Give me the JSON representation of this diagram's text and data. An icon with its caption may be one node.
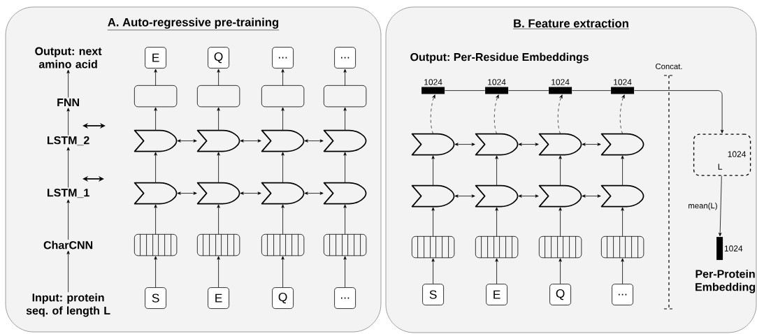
{
  "diagram": {
    "nodes": [
      {
        "text": [
          "A. Auto-regressive pre-training"
        ]
      },
      {
        "text": [
          "B. Feature extraction"
        ]
      },
      {
        "text": [
          "Output: next amino acid"
        ],
        "in": 0
      },
      {
        "text": [
          "FNN"
        ],
        "in": 0
      },
      {
        "text": [
          "LSTM_2"
        ],
        "in": 0
      },
      {
        "text": [
          "LSTM_1"
        ],
        "in": 0
      },
      {
        "text": [
          "CharCNN"
        ],
        "in": 0
      },
      {
        "text": [
          "Input: protein seq. of length L"
        ],
        "in": 0
      },
      {
        "text": [
          "E"
        ],
        "in": 0
      },
      {
        "text": [
          "Q"
        ],
        "in": 0
      },
      {
        "text": [
          "..."
        ],
        "in": 0
      },
      {
        "text": [
          "..."
        ],
        "in": 0
      },
      {
        "text": [],
        "shape": "box",
        "in": 0
      },
      {
        "text": [],
        "shape": "box",
        "in": 0
      },
      {
        "text": [],
        "shape": "box",
        "in": 0
      },
      {
        "text": [],
        "shape": "box",
        "in": 0
      },
      {
        "text": [],
        "shape": "chevron",
        "in": 0
      },
      {
        "text": [],
        "shape": "chevron",
        "in": 0
      },
      {
        "text": [],
        "shape": "chevron",
        "in": 0
      },
      {
        "text": [],
        "shape": "chevron",
        "in": 0
      },
      {
        "text": [],
        "shape": "chevron",
        "in": 0
      },
      {
        "text": [],
        "shape": "chevron",
        "in": 0
      },
      {
        "text": [],
        "shape": "chevron",
        "in": 0
      },
      {
        "text": [],
        "shape": "chevron",
        "in": 0
      },
      {
        "text": [],
        "shape": "box",
        "in": 0
      },
      {
        "text": [],
        "shape": "box",
        "in": 0
      },
      {
        "text": [],
        "shape": "box",
        "in": 0
      },
      {
        "text": [],
        "shape": "box",
        "in": 0
      },
      {
        "text": [
          "S"
        ],
        "in": 0
      },
      {
        "text": [
          "E"
        ],
        "in": 0
      },
      {
        "text": [
          "Q"
        ],
        "in": 0
      },
      {
        "text": [
          "..."
        ],
        "in": 0
      },
      {
        "text": [],
        "shape": "bar",
        "beside": [
          "1024"
        ],
        "in": 1
      },
      {
        "text": [],
        "shape": "bar",
        "beside": [
          "1024"
        ],
        "in": 1
      },
      {
        "text": [],
        "shape": "bar",
        "beside": [
          "1024"
        ],
        "in": 1
      },
      {
        "text": [],
        "shape": "bar",
        "beside": [
          "1024"
        ],
        "in": 1
      },
      {
        "text": [],
        "shape": "chevron",
        "in": 1
      },
      {
        "text": [],
        "shape": "chevron",
        "in": 1
      },
      {
        "text": [],
        "shape": "chevron",
        "in": 1
      },
      {
        "text": [],
        "shape": "chevron",
        "in": 1
      },
      {
        "text": [],
        "shape": "chevron",
        "in": 1
      },
      {
        "text": [],
        "shape": "chevron",
        "in": 1
      },
      {
        "text": [],
        "shape": "chevron",
        "in": 1
      },
      {
        "text": [],
        "shape": "chevron",
        "in": 1
      },
      {
        "text": [],
        "shape": "box",
        "in": 1
      },
      {
        "text": [],
        "shape": "box",
        "in": 1
      },
      {
        "text": [],
        "shape": "box",
        "in": 1
      },
      {
        "text": [],
        "shape": "box",
        "in": 1
      },
      {
        "text": [
          "S"
        ],
        "in": 1
      },
      {
        "text": [
          "E"
        ],
        "in": 1
      },
      {
        "text": [
          "Q"
        ],
        "in": 1
      },
      {
        "text": [
          "..."
        ],
        "in": 1
      },
      {
        "text": [
          "1024",
          "L"
        ],
        "in": 1
      },
      {
        "text": [],
        "shape": "bar",
        "beside": [
          "1024",
          "Per-Protein Embedding"
        ],
        "in": 1
      }
    ],
    "edges": [
      {
        "from": 7,
        "to": 6,
        "arrow": "to"
      },
      {
        "from": 6,
        "to": 5,
        "arrow": "to"
      },
      {
        "from": 5,
        "to": 4,
        "arrow": "to"
      },
      {
        "from": 4,
        "to": 3,
        "arrow": "to"
      },
      {
        "from": 3,
        "to": 2,
        "arrow": "to"
      },
      {
        "from": 28,
        "to": 24,
        "arrow": "to"
      },
      {
        "from": 24,
        "to": 20,
        "arrow": "to"
      },
      {
        "from": 20,
        "to": 16,
        "arrow": "to"
      },
      {
        "from": 16,
        "to": 12,
        "arrow": "to"
      },
      {
        "from": 12,
        "to": 8,
        "arrow": "to"
      },
      {
        "from": 29,
        "to": 25,
        "arrow": "to"
      },
      {
        "from": 25,
        "to": 21,
        "arrow": "to"
      },
      {
        "from": 21,
        "to": 17,
        "arrow": "to"
      },
      {
        "from": 17,
        "to": 13,
        "arrow": "to"
      },
      {
        "from": 13,
        "to": 9,
        "arrow": "to"
      },
      {
        "from": 30,
        "to": 26,
        "arrow": "to"
      },
      {
        "from": 26,
        "to": 22,
        "arrow": "to"
      },
      {
        "from": 22,
        "to": 18,
        "arrow": "to"
      },
      {
        "from": 18,
        "to": 14,
        "arrow": "to"
      },
      {
        "from": 14,
        "to": 10,
        "arrow": "to"
      },
      {
        "from": 31,
        "to": 27,
        "arrow": "to"
      },
      {
        "from": 27,
        "to": 23,
        "arrow": "to"
      },
      {
        "from": 23,
        "to": 19,
        "arrow": "to"
      },
      {
        "from": 19,
        "to": 15,
        "arrow": "to"
      },
      {
        "from": 15,
        "to": 11,
        "arrow": "to"
      },
      {
        "from": 16,
        "to": 17,
        "arrow": "both"
      },
      {
        "from": 17,
        "to": 18,
        "arrow": "both"
      },
      {
        "from": 18,
        "to": 19,
        "arrow": "both"
      },
      {
        "from": 20,
        "to": 21,
        "arrow": "both"
      },
      {
        "from": 21,
        "to": 22,
        "arrow": "both"
      },
      {
        "from": 22,
        "to": 23,
        "arrow": "both"
      },
      {
        "from": 48,
        "to": 44,
        "arrow": "to"
      },
      {
        "from": 44,
        "to": 40,
        "arrow": "to"
      },
      {
        "from": 40,
        "to": 36,
        "arrow": "to"
      },
      {
        "from": 36,
        "to": 32,
        "arrow": "to",
        "style": "dashed"
      },
      {
        "from": 49,
        "to": 45,
        "arrow": "to"
      },
      {
        "from": 45,
        "to": 41,
        "arrow": "to"
      },
      {
        "from": 41,
        "to": 37,
        "arrow": "to"
      },
      {
        "from": 37,
        "to": 33,
        "arrow": "to",
        "style": "dashed"
      },
      {
        "from": 50,
        "to": 46,
        "arrow": "to"
      },
      {
        "from": 46,
        "to": 42,
        "arrow": "to"
      },
      {
        "from": 42,
        "to": 38,
        "arrow": "to"
      },
      {
        "from": 38,
        "to": 34,
        "arrow": "to",
        "style": "dashed"
      },
      {
        "from": 51,
        "to": 47,
        "arrow": "to"
      },
      {
        "from": 47,
        "to": 43,
        "arrow": "to"
      },
      {
        "from": 43,
        "to": 39,
        "arrow": "to"
      },
      {
        "from": 39,
        "to": 35,
        "arrow": "to",
        "style": "dashed"
      },
      {
        "from": 36,
        "to": 37,
        "arrow": "both"
      },
      {
        "from": 37,
        "to": 38,
        "arrow": "both"
      },
      {
        "from": 38,
        "to": 39,
        "arrow": "both"
      },
      {
        "from": 40,
        "to": 41,
        "arrow": "both"
      },
      {
        "from": 41,
        "to": 42,
        "arrow": "both"
      },
      {
        "from": 42,
        "to": 43,
        "arrow": "both"
      },
      {
        "from": 32,
        "to": 33,
        "arrow": "none"
      },
      {
        "from": 33,
        "to": 34,
        "arrow": "none"
      },
      {
        "from": 34,
        "to": 35,
        "arrow": "none"
      },
      {
        "from": 35,
        "to": 52,
        "arrow": "to"
      },
      {
        "from": 52,
        "to": 53,
        "arrow": "to",
        "label": "mean(L)"
      }
    ],
    "labels": [
      "Output: Per-Residue Embeddings",
      "Concat."
    ]
  }
}
